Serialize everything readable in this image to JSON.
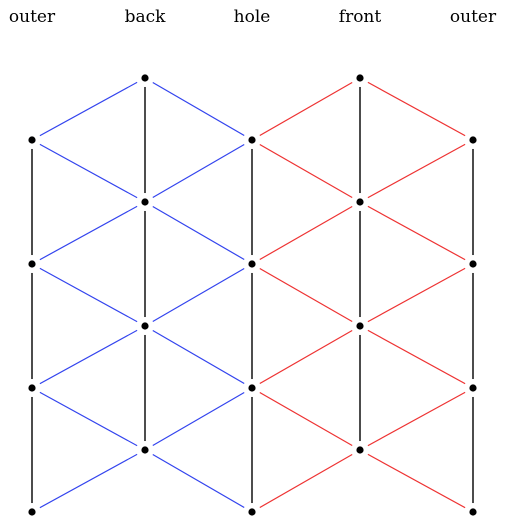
{
  "columns": [
    {
      "id": "outer-left",
      "label": "outer"
    },
    {
      "id": "back",
      "label": "back"
    },
    {
      "id": "hole",
      "label": "hole"
    },
    {
      "id": "front",
      "label": "front"
    },
    {
      "id": "outer-right",
      "label": "outer"
    }
  ],
  "colors": {
    "vertical": "#000000",
    "back_side": "#3344ee",
    "front_side": "#ee3333",
    "node": "#000000"
  },
  "nodes": [
    {
      "id": "a1",
      "col": 0,
      "row": 1
    },
    {
      "id": "a2",
      "col": 0,
      "row": 3
    },
    {
      "id": "a3",
      "col": 0,
      "row": 5
    },
    {
      "id": "a4",
      "col": 0,
      "row": 7
    },
    {
      "id": "b0",
      "col": 1,
      "row": 0
    },
    {
      "id": "b1",
      "col": 1,
      "row": 2
    },
    {
      "id": "b2",
      "col": 1,
      "row": 4
    },
    {
      "id": "b3",
      "col": 1,
      "row": 6
    },
    {
      "id": "c1",
      "col": 2,
      "row": 1
    },
    {
      "id": "c2",
      "col": 2,
      "row": 3
    },
    {
      "id": "c3",
      "col": 2,
      "row": 5
    },
    {
      "id": "c4",
      "col": 2,
      "row": 7
    },
    {
      "id": "d0",
      "col": 3,
      "row": 0
    },
    {
      "id": "d1",
      "col": 3,
      "row": 2
    },
    {
      "id": "d2",
      "col": 3,
      "row": 4
    },
    {
      "id": "d3",
      "col": 3,
      "row": 6
    },
    {
      "id": "e1",
      "col": 4,
      "row": 1
    },
    {
      "id": "e2",
      "col": 4,
      "row": 3
    },
    {
      "id": "e3",
      "col": 4,
      "row": 5
    },
    {
      "id": "e4",
      "col": 4,
      "row": 7
    }
  ],
  "edges": [
    {
      "from": "a1",
      "to": "a2",
      "type": "vertical"
    },
    {
      "from": "a2",
      "to": "a3",
      "type": "vertical"
    },
    {
      "from": "a3",
      "to": "a4",
      "type": "vertical"
    },
    {
      "from": "b0",
      "to": "b1",
      "type": "vertical"
    },
    {
      "from": "b1",
      "to": "b2",
      "type": "vertical"
    },
    {
      "from": "b2",
      "to": "b3",
      "type": "vertical"
    },
    {
      "from": "c1",
      "to": "c2",
      "type": "vertical"
    },
    {
      "from": "c2",
      "to": "c3",
      "type": "vertical"
    },
    {
      "from": "c3",
      "to": "c4",
      "type": "vertical"
    },
    {
      "from": "d0",
      "to": "d1",
      "type": "vertical"
    },
    {
      "from": "d1",
      "to": "d2",
      "type": "vertical"
    },
    {
      "from": "d2",
      "to": "d3",
      "type": "vertical"
    },
    {
      "from": "e1",
      "to": "e2",
      "type": "vertical"
    },
    {
      "from": "e2",
      "to": "e3",
      "type": "vertical"
    },
    {
      "from": "e3",
      "to": "e4",
      "type": "vertical"
    },
    {
      "from": "a1",
      "to": "b0",
      "type": "back_side"
    },
    {
      "from": "a1",
      "to": "b1",
      "type": "back_side"
    },
    {
      "from": "a2",
      "to": "b1",
      "type": "back_side"
    },
    {
      "from": "a2",
      "to": "b2",
      "type": "back_side"
    },
    {
      "from": "a3",
      "to": "b2",
      "type": "back_side"
    },
    {
      "from": "a3",
      "to": "b3",
      "type": "back_side"
    },
    {
      "from": "a4",
      "to": "b3",
      "type": "back_side"
    },
    {
      "from": "b0",
      "to": "c1",
      "type": "back_side"
    },
    {
      "from": "b1",
      "to": "c1",
      "type": "back_side"
    },
    {
      "from": "b1",
      "to": "c2",
      "type": "back_side"
    },
    {
      "from": "b2",
      "to": "c2",
      "type": "back_side"
    },
    {
      "from": "b2",
      "to": "c3",
      "type": "back_side"
    },
    {
      "from": "b3",
      "to": "c3",
      "type": "back_side"
    },
    {
      "from": "b3",
      "to": "c4",
      "type": "back_side"
    },
    {
      "from": "c1",
      "to": "d0",
      "type": "front_side"
    },
    {
      "from": "c1",
      "to": "d1",
      "type": "front_side"
    },
    {
      "from": "c2",
      "to": "d1",
      "type": "front_side"
    },
    {
      "from": "c2",
      "to": "d2",
      "type": "front_side"
    },
    {
      "from": "c3",
      "to": "d2",
      "type": "front_side"
    },
    {
      "from": "c3",
      "to": "d3",
      "type": "front_side"
    },
    {
      "from": "c4",
      "to": "d3",
      "type": "front_side"
    },
    {
      "from": "d0",
      "to": "e1",
      "type": "front_side"
    },
    {
      "from": "d1",
      "to": "e1",
      "type": "front_side"
    },
    {
      "from": "d1",
      "to": "e2",
      "type": "front_side"
    },
    {
      "from": "d2",
      "to": "e2",
      "type": "front_side"
    },
    {
      "from": "d2",
      "to": "e3",
      "type": "front_side"
    },
    {
      "from": "d3",
      "to": "e3",
      "type": "front_side"
    },
    {
      "from": "d3",
      "to": "e4",
      "type": "front_side"
    }
  ]
}
